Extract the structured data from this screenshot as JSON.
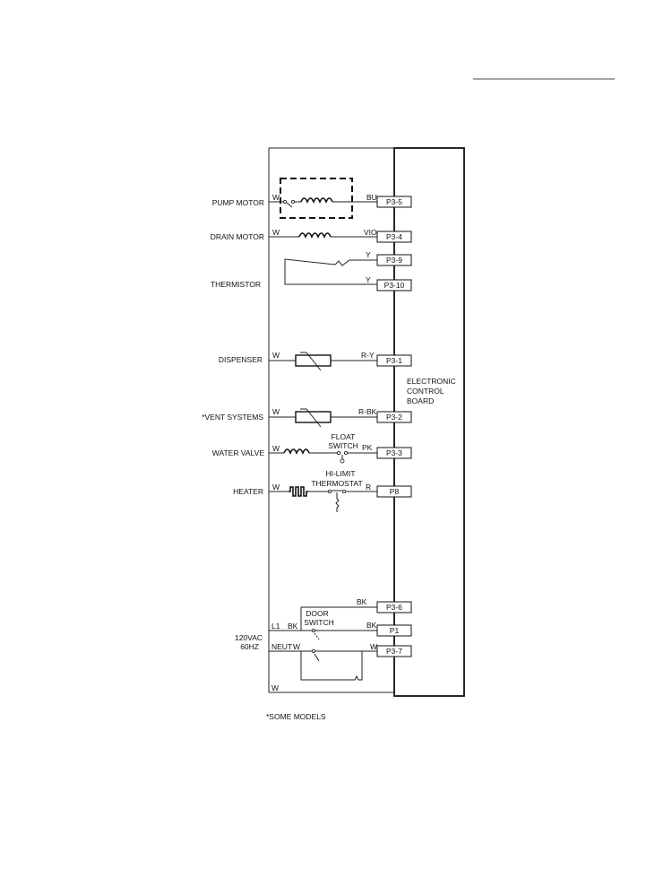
{
  "components": {
    "pump_motor": "PUMP MOTOR",
    "drain_motor": "DRAIN MOTOR",
    "thermistor": "THERMISTOR",
    "dispenser": "DISPENSER",
    "vent_systems": "*VENT SYSTEMS",
    "water_valve": "WATER VALVE",
    "heater": "HEATER",
    "power_line1": "120VAC",
    "power_line2": "60HZ"
  },
  "board": {
    "line1": "ELECTRONIC",
    "line2": "CONTROL",
    "line3": "BOARD"
  },
  "connectors": {
    "p3_5": "P3-5",
    "p3_4": "P3-4",
    "p3_9": "P3-9",
    "p3_10": "P3-10",
    "p3_1": "P3-1",
    "p3_2": "P3-2",
    "p3_3": "P3-3",
    "p8": "P8",
    "p3_6": "P3-6",
    "p1": "P1",
    "p3_7": "P3-7"
  },
  "wire_colors": {
    "pump_left": "W",
    "pump_right": "BU",
    "drain_left": "W",
    "drain_right": "VIO",
    "therm_1": "Y",
    "therm_2": "Y",
    "disp_left": "W",
    "disp_right": "R-Y",
    "vent_left": "W",
    "vent_right": "R-BK",
    "valve_left": "W",
    "valve_right": "PK",
    "heater_left": "W",
    "heater_right": "R",
    "bk_top": "BK",
    "bk_p1": "BK",
    "l1_bk": "BK",
    "w_p37": "W",
    "bottom_w": "W"
  },
  "switches": {
    "float_1": "FLOAT",
    "float_2": "SWITCH",
    "hilimit_1": "HI-LIMIT",
    "hilimit_2": "THERMOSTAT",
    "door_1": "DOOR",
    "door_2": "SWITCH"
  },
  "terminals": {
    "l1": "L1",
    "neut": "NEUT",
    "neut_w": "W"
  },
  "footnote": "*SOME MODELS"
}
